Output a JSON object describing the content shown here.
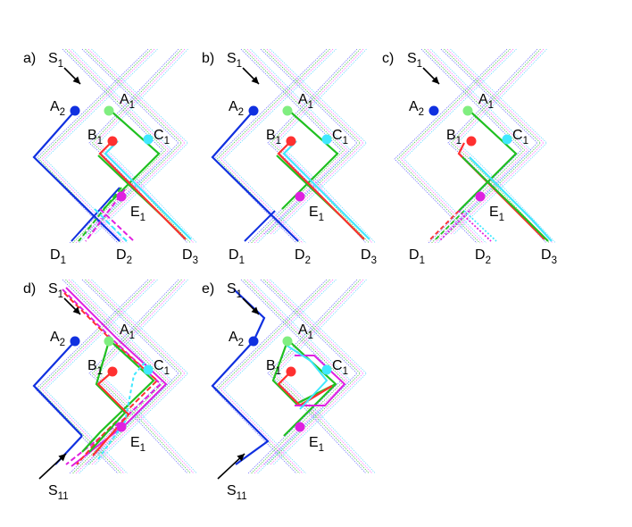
{
  "panels": [
    {
      "letter": "a)",
      "variant": "a"
    },
    {
      "letter": "b)",
      "variant": "b"
    },
    {
      "letter": "c)",
      "variant": "c"
    },
    {
      "letter": "d)",
      "variant": "d"
    },
    {
      "letter": "e)",
      "variant": "e"
    }
  ],
  "labels": {
    "S": {
      "main": "S",
      "sub": "1"
    },
    "S11": {
      "main": "S",
      "sub": "11"
    },
    "A1": {
      "main": "A",
      "sub": "1"
    },
    "A2": {
      "main": "A",
      "sub": "2"
    },
    "B1": {
      "main": "B",
      "sub": "1"
    },
    "C1": {
      "main": "C",
      "sub": "1"
    },
    "E1": {
      "main": "E",
      "sub": "1"
    },
    "D1": {
      "main": "D",
      "sub": "1"
    },
    "D2": {
      "main": "D",
      "sub": "2"
    },
    "D3": {
      "main": "D",
      "sub": "3"
    }
  },
  "colors": {
    "blue": "#1030e0",
    "green": "#20c020",
    "lightgreen": "#80ee80",
    "red": "#ff3030",
    "cyan": "#40e8ff",
    "magenta": "#e020e0",
    "grid_a": "#6a6aff",
    "grid_b": "#40c040",
    "grid_c": "#ff60ff",
    "grid_d": "#60d8ff"
  }
}
